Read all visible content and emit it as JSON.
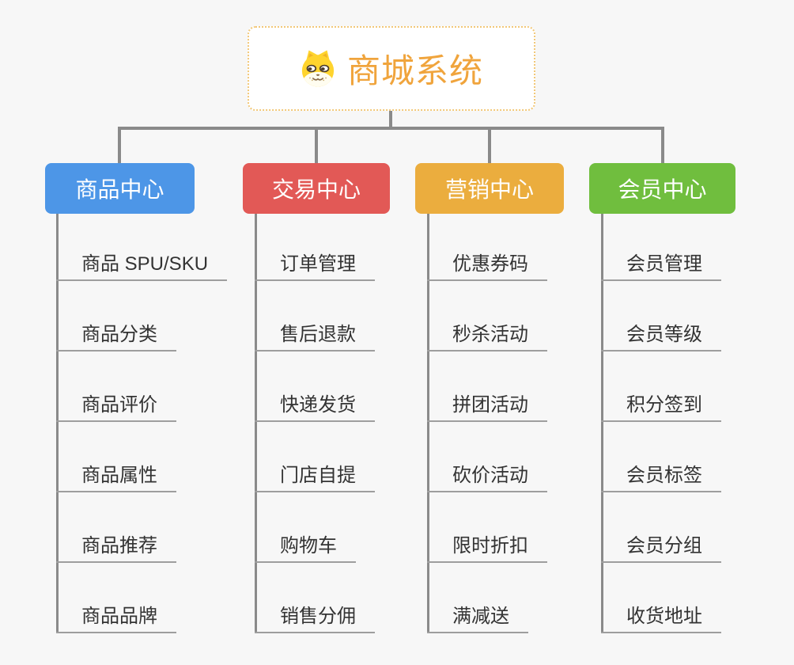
{
  "root": {
    "title": "商城系统",
    "icon": "shiba-dog-icon",
    "title_color": "#F0A43C",
    "border_color": "#F2C878"
  },
  "branches": [
    {
      "label": "商品中心",
      "color": "#4D96E7",
      "items": [
        "商品 SPU/SKU",
        "商品分类",
        "商品评价",
        "商品属性",
        "商品推荐",
        "商品品牌"
      ]
    },
    {
      "label": "交易中心",
      "color": "#E25956",
      "items": [
        "订单管理",
        "售后退款",
        "快递发货",
        "门店自提",
        "购物车",
        "销售分佣"
      ]
    },
    {
      "label": "营销中心",
      "color": "#EBAD3E",
      "items": [
        "优惠券码",
        "秒杀活动",
        "拼团活动",
        "砍价活动",
        "限时折扣",
        "满减送"
      ]
    },
    {
      "label": "会员中心",
      "color": "#70BE3E",
      "items": [
        "会员管理",
        "会员等级",
        "积分签到",
        "会员标签",
        "会员分组",
        "收货地址"
      ]
    }
  ],
  "colors": {
    "background": "#F7F7F7",
    "connector": "#8A8A8A",
    "item_underline": "#9E9E9E",
    "item_text": "#333333",
    "node_text": "#FFFFFF"
  }
}
